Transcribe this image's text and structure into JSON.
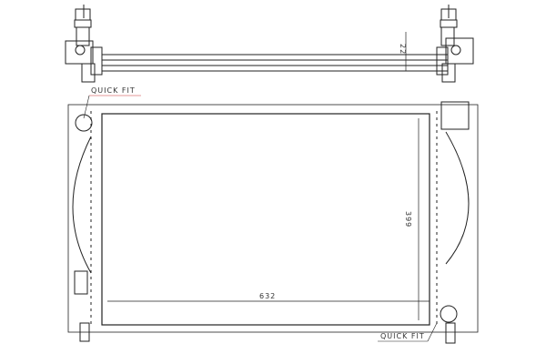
{
  "labels": {
    "quick_fit_top": "QUICK FIT",
    "quick_fit_bottom": "QUICK FIT",
    "thickness_dim": "22",
    "height_dim": "399",
    "width_dim": "632"
  },
  "colors": {
    "line": "#222222",
    "accent": "#cc3333"
  }
}
